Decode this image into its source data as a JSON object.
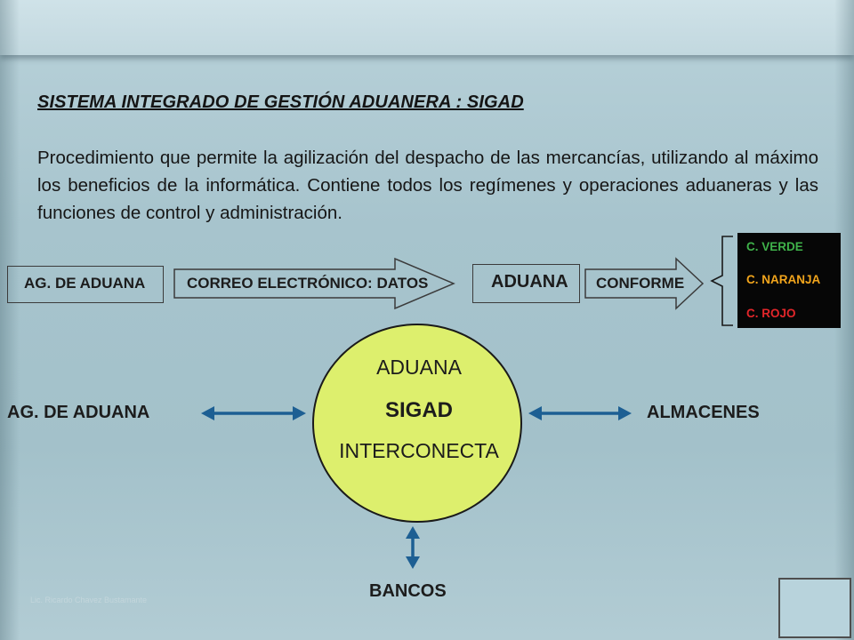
{
  "title": "SISTEMA INTEGRADO DE GESTIÓN ADUANERA : SIGAD",
  "paragraph": "Procedimiento que permite la agilización del despacho de las mercancías, utilizando al máximo los beneficios de la informática.  Contiene todos los regímenes y operaciones aduaneras y las funciones de control y administración.",
  "flow": {
    "agent_box": "AG. DE ADUANA",
    "email_arrow": "CORREO ELECTRÓNICO: DATOS",
    "customs_box": "ADUANA",
    "conforme_arrow": "CONFORME",
    "channels": [
      {
        "label": "C. VERDE",
        "color": "#3fb24a"
      },
      {
        "label": "C. NARANJA",
        "color": "#f2a51c"
      },
      {
        "label": "C. ROJO",
        "color": "#e3262a"
      }
    ]
  },
  "hub": {
    "line1": "ADUANA",
    "line2": "SIGAD",
    "line3": "INTERCONECTA",
    "left": "AG. DE ADUANA",
    "right": "ALMACENES",
    "bottom": "BANCOS",
    "arrow_color": "#1d5f93"
  },
  "footer_text": "Lic. Ricardo Chavez Bustamante"
}
